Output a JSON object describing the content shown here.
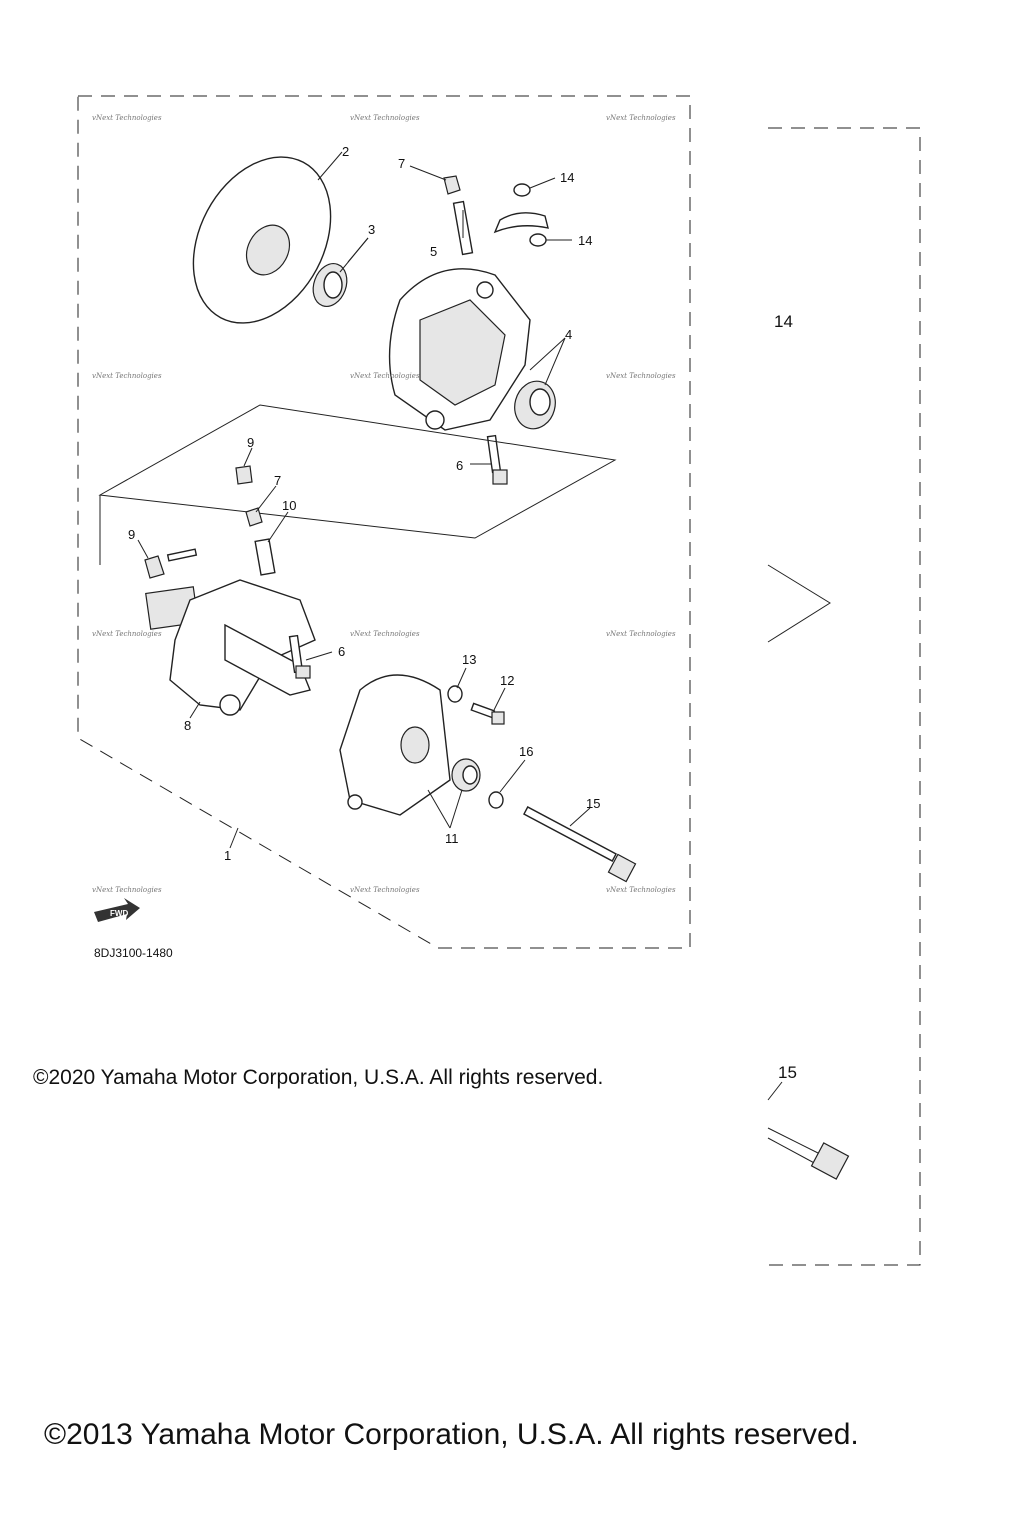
{
  "diagram": {
    "part_code": "8DJ3100-1480",
    "watermark": "vNext Technologies",
    "fwd_label": "FWD",
    "callouts": {
      "c1": "1",
      "c2": "2",
      "c3": "3",
      "c4": "4",
      "c5": "5",
      "c6a": "6",
      "c6b": "6",
      "c7a": "7",
      "c7b": "7",
      "c8": "8",
      "c9a": "9",
      "c9b": "9",
      "c10": "10",
      "c11": "11",
      "c12": "12",
      "c13": "13",
      "c14a": "14",
      "c14b": "14",
      "c14c": "14",
      "c15a": "15",
      "c15b": "15",
      "c16": "16"
    }
  },
  "copyright_2020": "©2020 Yamaha Motor Corporation, U.S.A. All rights reserved.",
  "copyright_2013": "©2013 Yamaha Motor Corporation, U.S.A. All rights reserved."
}
